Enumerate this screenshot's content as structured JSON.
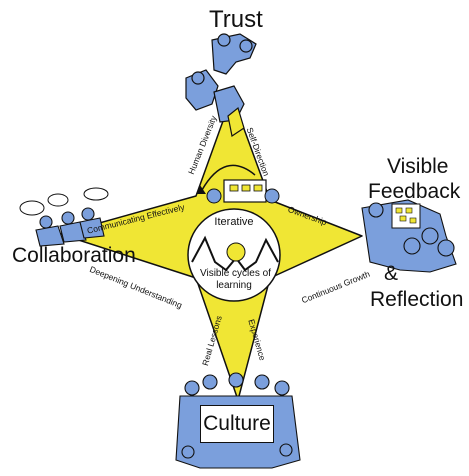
{
  "labels": {
    "trust": "Trust",
    "visible_feedback_line1": "Visible",
    "visible_feedback_line2": "Feedback",
    "ampersand": "&",
    "reflection": "Reflection",
    "collaboration": "Collaboration",
    "culture": "Culture"
  },
  "arm_labels": {
    "human_diversity": "Human Diversity",
    "self_direction": "Self-Direction",
    "ownership": "Ownership",
    "continuous_growth": "Continuous Growth",
    "communicating_effectively": "Communicating Effectively",
    "deepening_understanding": "Deepening Understanding",
    "real_lessons": "Real Lessons",
    "experience": "Experience"
  },
  "center": {
    "title": "Iterative",
    "subtitle_line1": "Visible cycles of",
    "subtitle_line2": "learning"
  },
  "colors": {
    "star_fill": "#f0e634",
    "people_fill": "#7b9fdc",
    "outline": "#111111"
  }
}
